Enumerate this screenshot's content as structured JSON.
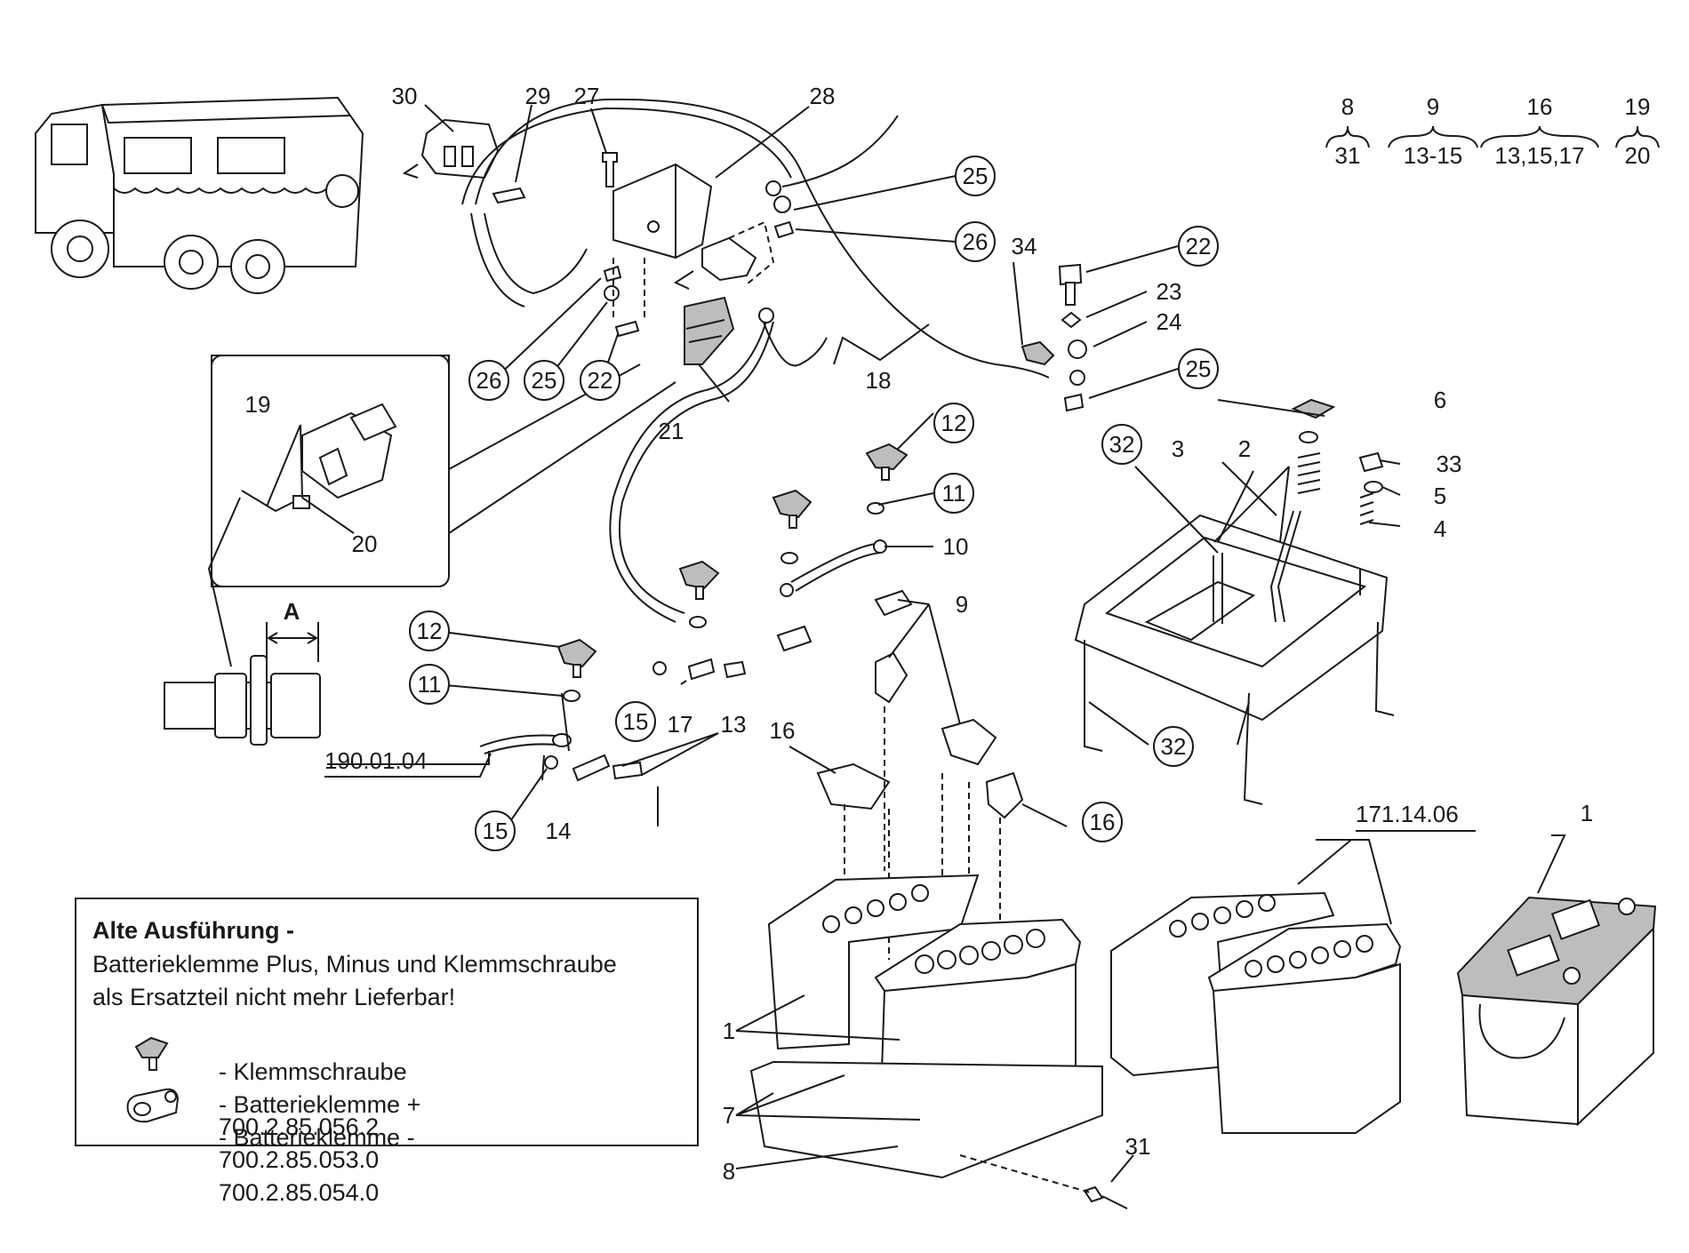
{
  "title": "",
  "callouts": [
    "1",
    "2",
    "3",
    "4",
    "5",
    "6",
    "7",
    "8",
    "9",
    "10",
    "11",
    "12",
    "13",
    "14",
    "15",
    "16",
    "17",
    "18",
    "19",
    "20",
    "21",
    "22",
    "23",
    "24",
    "25",
    "26",
    "27",
    "28",
    "29",
    "30",
    "31",
    "32",
    "33",
    "34"
  ],
  "detail_label": "A",
  "references": {
    "cable_ref": "190.01.04",
    "battery_ref": "171.14.06"
  },
  "groups": [
    {
      "top": "8",
      "bottom": "31"
    },
    {
      "top": "9",
      "bottom": "13-15"
    },
    {
      "top": "16",
      "bottom": "13,15,17"
    },
    {
      "top": "19",
      "bottom": "20"
    }
  ],
  "note": {
    "title": "Alte Ausführung -",
    "line1": "Batterieklemme Plus, Minus und Klemmschraube",
    "line2": "als Ersatzteil nicht mehr Lieferbar!",
    "items": [
      {
        "label": "- Klemmschraube",
        "part_no": "700.2.85.056.2"
      },
      {
        "label": "- Batterieklemme +",
        "part_no": "700.2.85.053.0"
      },
      {
        "label": "- Batterieklemme -",
        "part_no": "700.2.85.054.0"
      }
    ]
  }
}
